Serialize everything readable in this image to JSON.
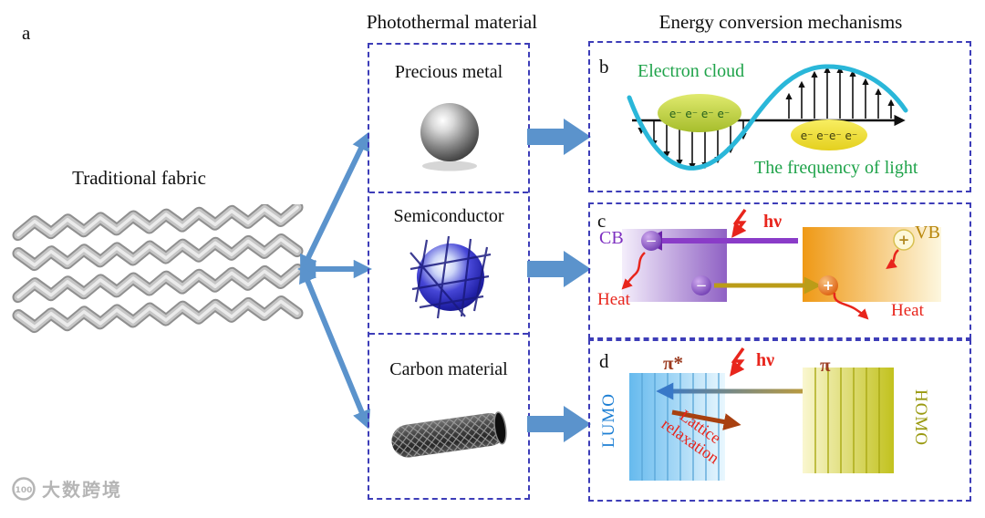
{
  "figure": {
    "panel_a_label": "a",
    "panel_b_label": "b",
    "panel_c_label": "c",
    "panel_d_label": "d"
  },
  "headers": {
    "materials": "Photothermal material",
    "mechanisms": "Energy conversion mechanisms"
  },
  "left": {
    "fabric_label": "Traditional fabric"
  },
  "materials": {
    "precious_metal": "Precious metal",
    "semiconductor": "Semiconductor",
    "carbon": "Carbon material"
  },
  "panel_b": {
    "electron_cloud": "Electron cloud",
    "frequency_of_light": "The frequency of light",
    "electrons_left": "e⁻ e⁻ e⁻ e⁻",
    "electrons_right": "e⁻ e⁻e⁻ e⁻"
  },
  "panel_c": {
    "cb": "CB",
    "vb": "VB",
    "hv": "hν",
    "heat_left": "Heat",
    "heat_right": "Heat",
    "minus": "−",
    "plus": "+"
  },
  "panel_d": {
    "pi_star": "π*",
    "pi": "π",
    "hv": "hν",
    "lumo": "LUMO",
    "homo": "HOMO",
    "lattice_line1": "Lattice",
    "lattice_line2": "relaxation"
  },
  "watermark": {
    "logo": "100",
    "text": "大数跨境"
  },
  "colors": {
    "arrow_blue": "#5b93cc",
    "dashed_border": "#3d3db8",
    "green_text": "#1fa34a",
    "red": "#e8251c",
    "cb_purple": "#7d2fc0",
    "vb_olive": "#b8860b",
    "lumo_blue": "#1d7fd4",
    "homo_olive": "#9a9a10",
    "cyan_wave": "#2ab7d9"
  }
}
